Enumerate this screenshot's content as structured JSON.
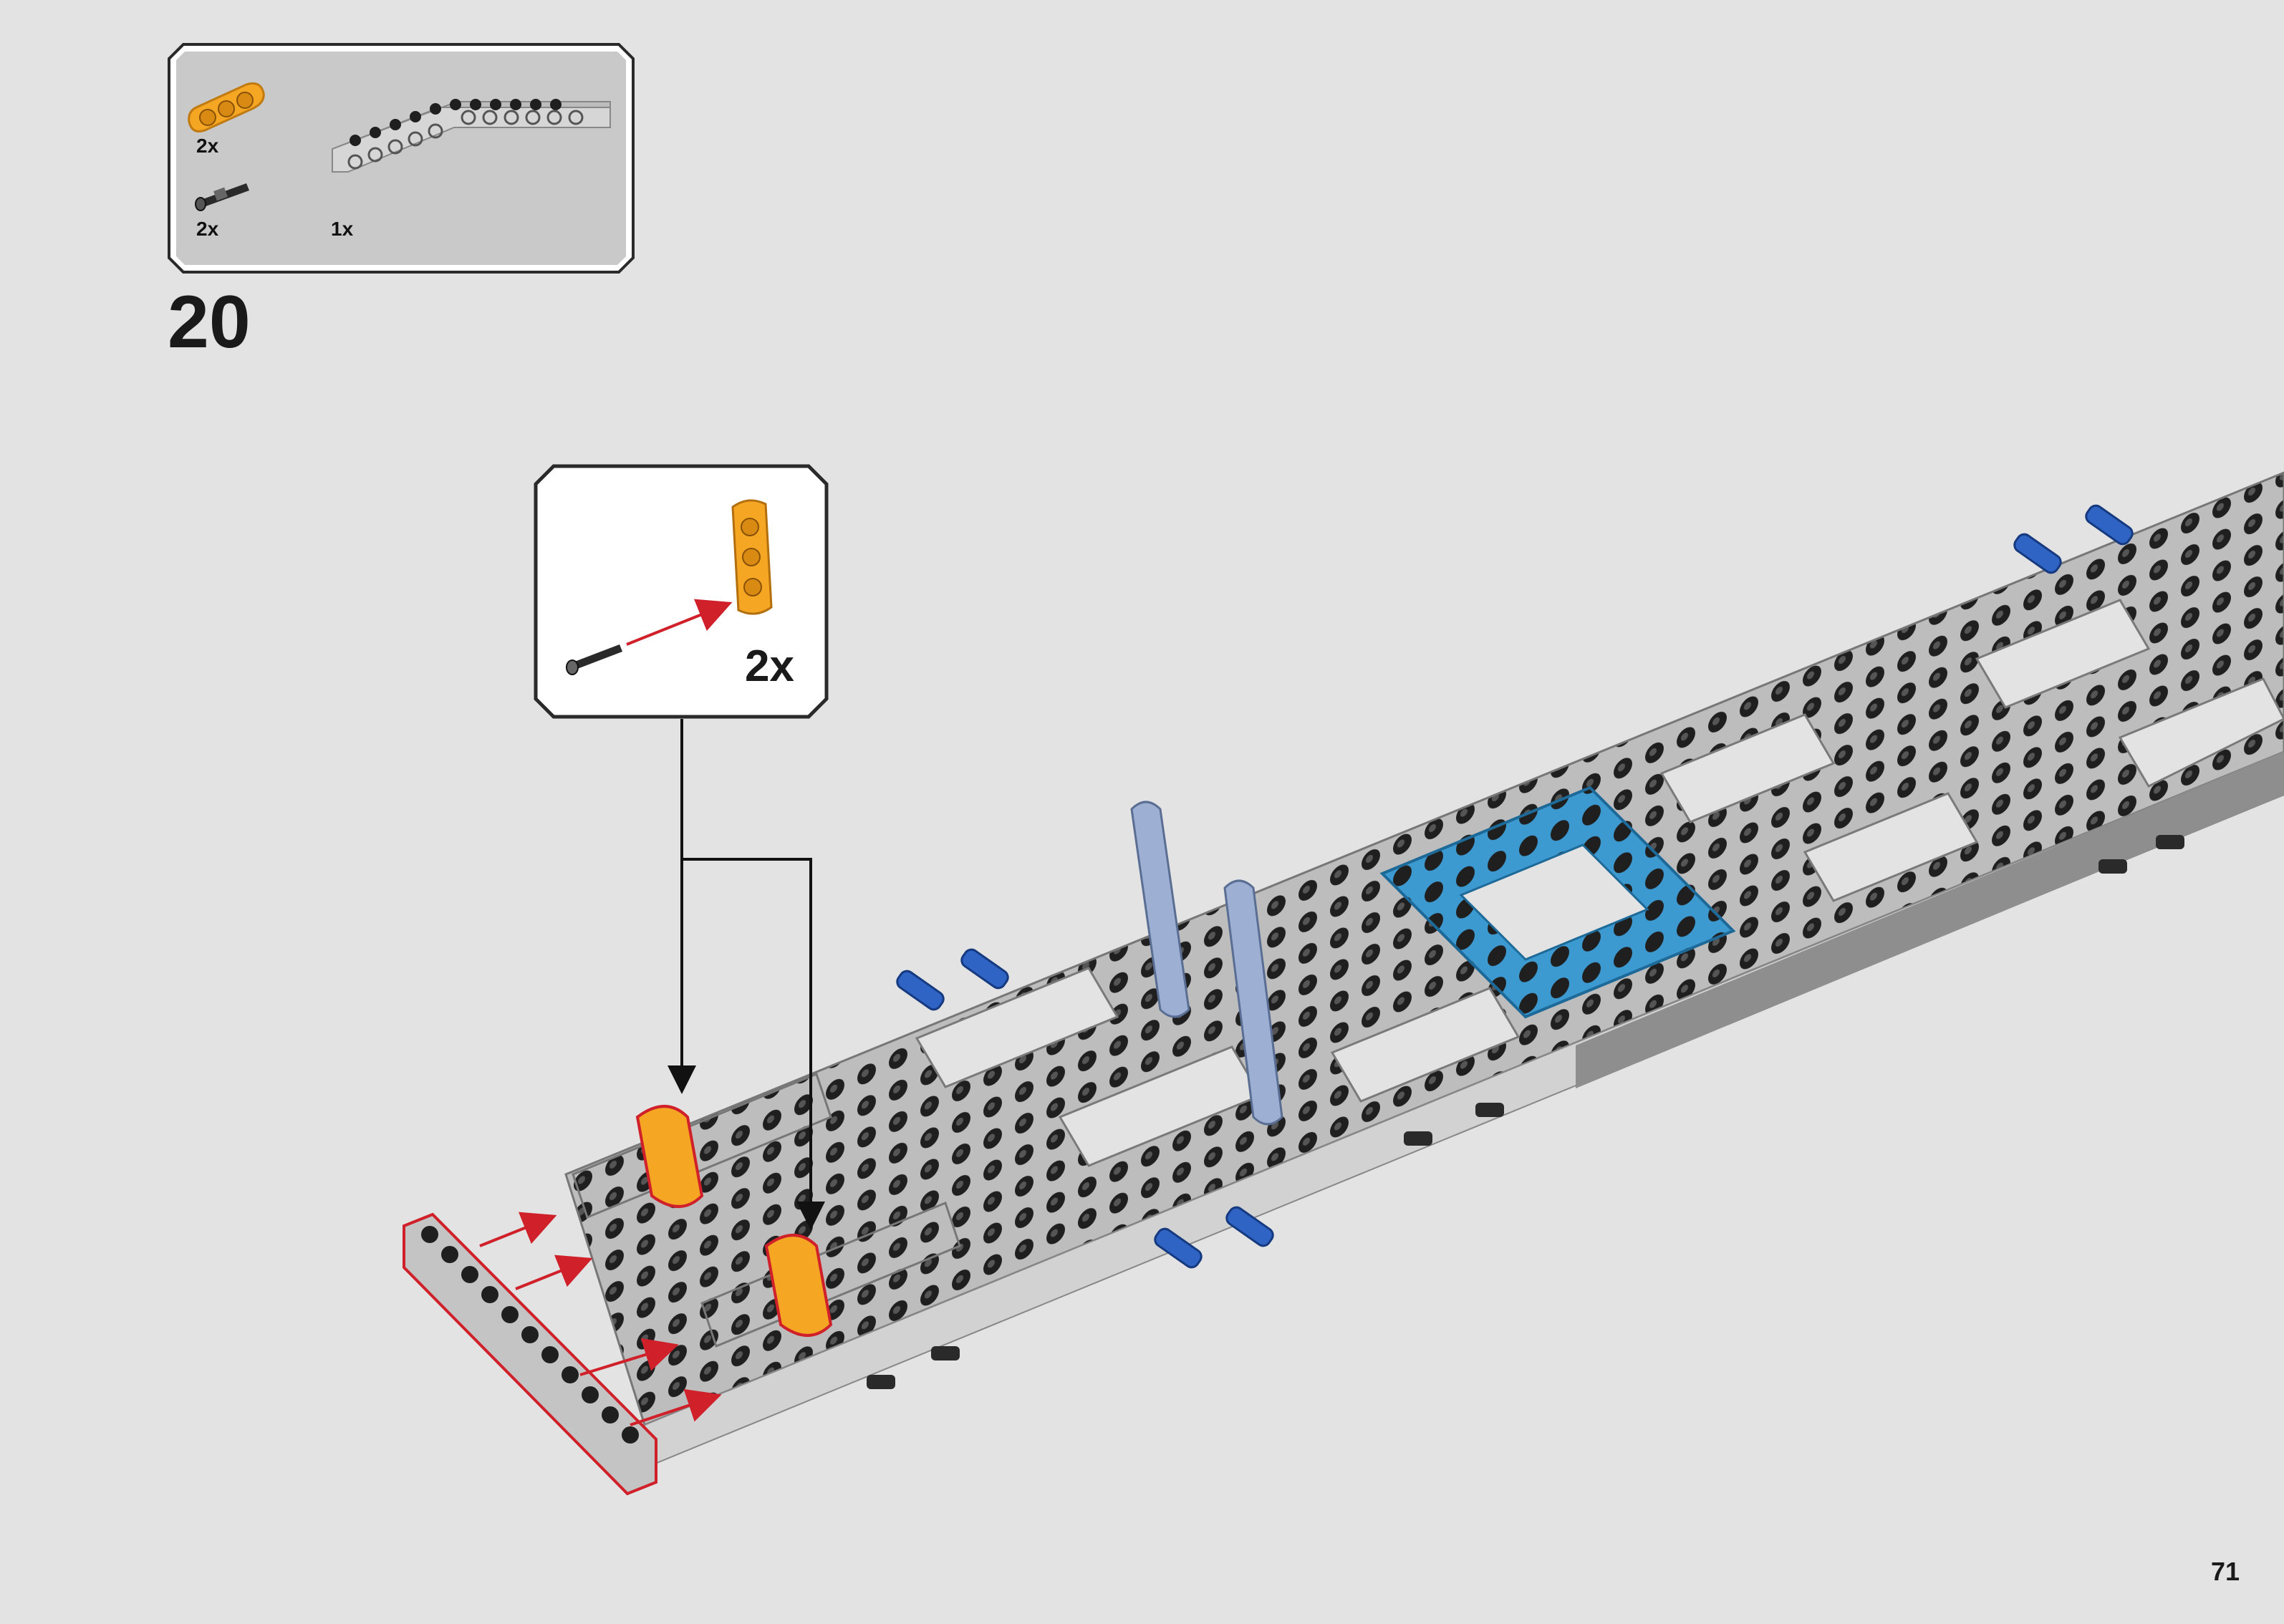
{
  "step": {
    "number": "20"
  },
  "parts_list": {
    "items": [
      {
        "name": "orange-beam-3-icon",
        "quantity": "2x",
        "color": "#f5a623"
      },
      {
        "name": "black-axle-pin-icon",
        "quantity": "2x",
        "color": "#2a2a2a"
      },
      {
        "name": "gray-beam-11-icon",
        "quantity": "1x",
        "color": "#c8c8c8"
      }
    ]
  },
  "sub_assembly": {
    "quantity": "2x",
    "items": [
      {
        "name": "black-axle-pin-icon"
      },
      {
        "name": "orange-beam-3-vertical-icon"
      }
    ]
  },
  "page": {
    "number": "71"
  },
  "colors": {
    "background": "#e3e3e3",
    "callout_border": "#2a2a2a",
    "arrow": "#d0202a",
    "orange": "#f5a623",
    "blue": "#3d9ad1",
    "gray": "#c4c4c4",
    "black_stud": "#1f1f1f"
  }
}
